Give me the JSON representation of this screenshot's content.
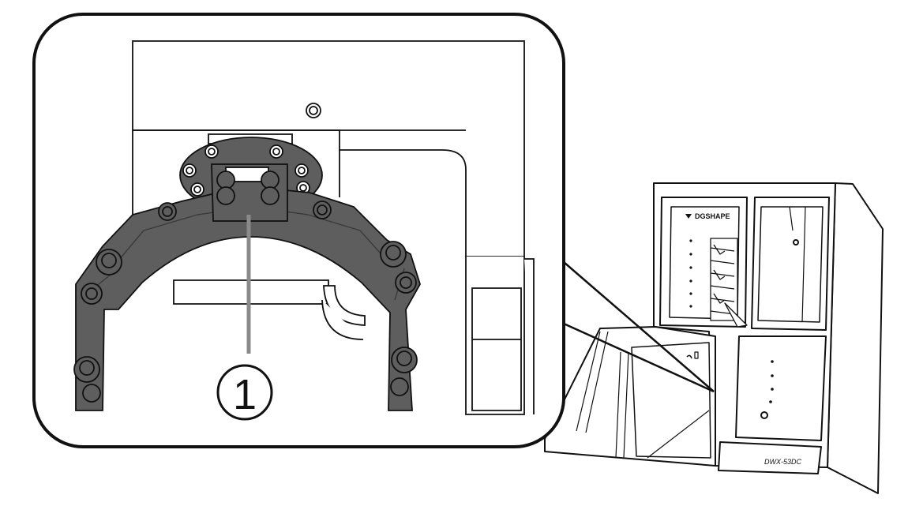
{
  "callout_number": "1",
  "machine": {
    "brand": "DGSHAPE",
    "model": "DWX-53DC"
  },
  "colors": {
    "stroke": "#111111",
    "clamp_fill": "#5e5e5e",
    "clamp_dark": "#3a3a3a",
    "leader": "#8a8a8a",
    "background": "#ffffff"
  }
}
